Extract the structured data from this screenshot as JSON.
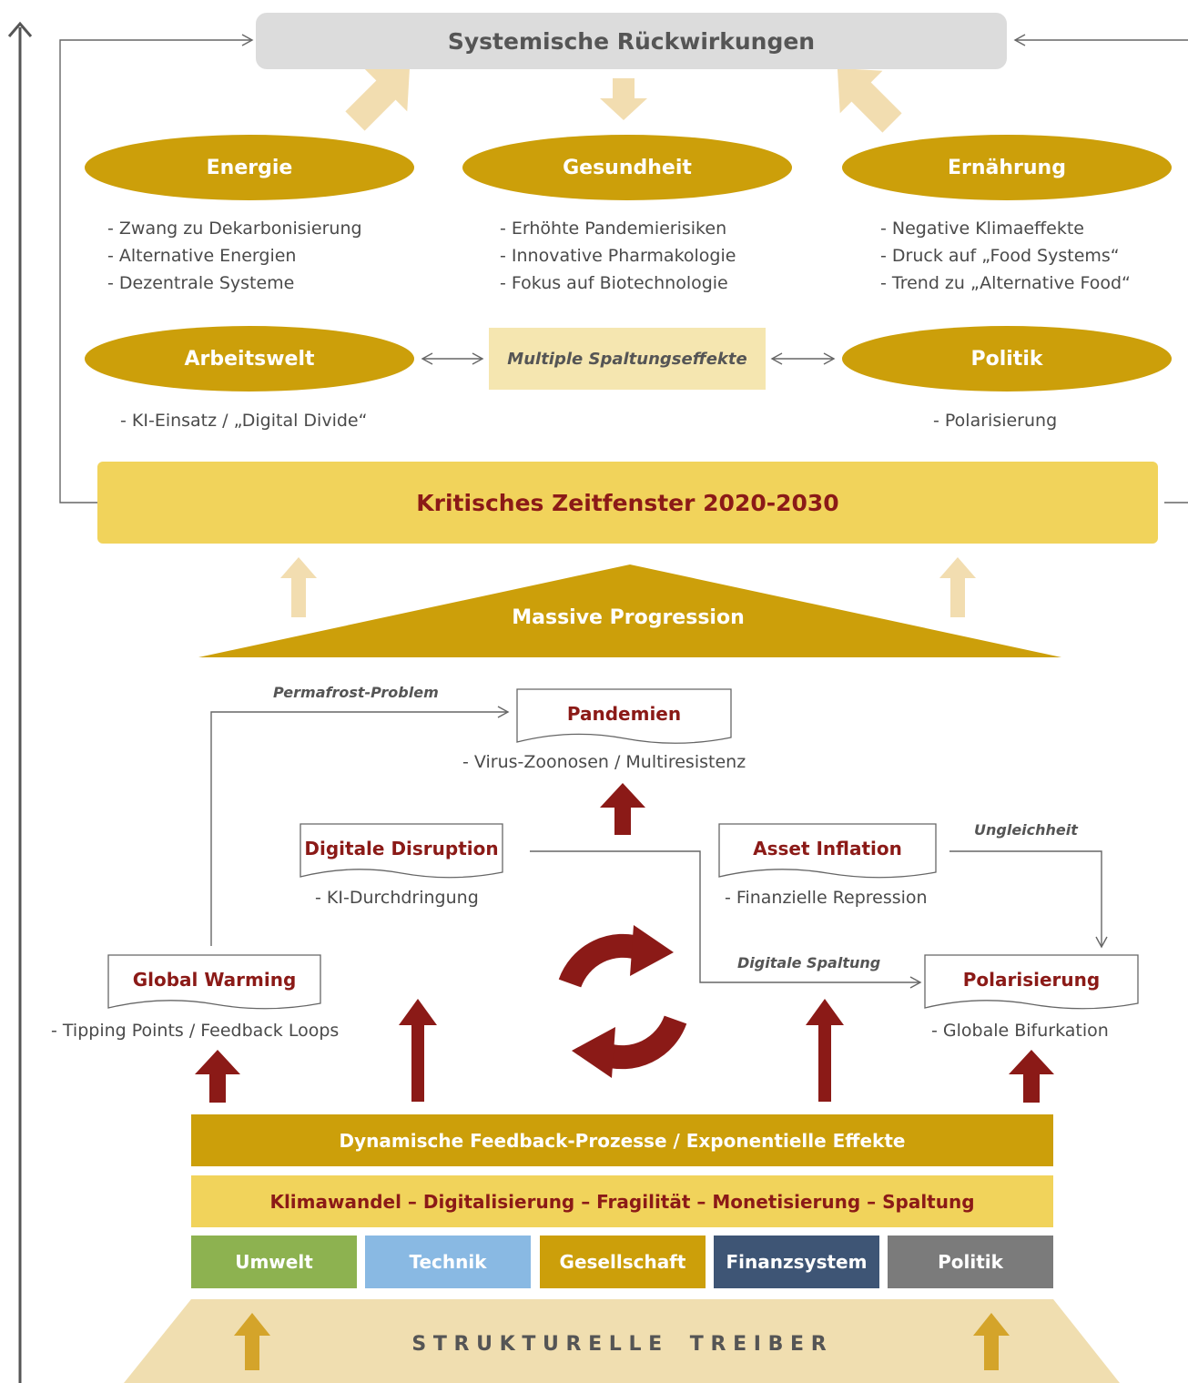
{
  "colors": {
    "gold": "#cc9f0a",
    "yellow": "#f1d35b",
    "pale": "#f5e6b0",
    "arrow_pale": "#f2ddb0",
    "dark_red": "#8b1a17",
    "grey_banner": "#dcdcdc",
    "umwelt": "#8db250",
    "technik": "#89b9e3",
    "gesellschaft": "#cc9f0a",
    "finanzsystem": "#3e5575",
    "politik_cat": "#7b7b7b",
    "foundation": "#f0deb0"
  },
  "header": {
    "title": "Systemische Rückwirkungen"
  },
  "ovals": [
    {
      "label": "Energie",
      "items": [
        "- Zwang zu Dekarbonisierung",
        "- Alternative Energien",
        "- Dezentrale Systeme"
      ]
    },
    {
      "label": "Gesundheit",
      "items": [
        "- Erhöhte Pandemierisiken",
        "- Innovative Pharmakologie",
        "- Fokus auf Biotechnologie"
      ]
    },
    {
      "label": "Ernährung",
      "items": [
        "- Negative Klimaeffekte",
        "- Druck auf „Food Systems“",
        "- Trend zu „Alternative Food“"
      ]
    },
    {
      "label": "Arbeitswelt",
      "items": [
        "- KI-Einsatz / „Digital Divide“"
      ]
    },
    {
      "label": "Politik",
      "items": [
        "- Polarisierung"
      ]
    }
  ],
  "center_box": "Multiple Spaltungseffekte",
  "critical_window": "Kritisches Zeitfenster 2020-2030",
  "progression": "Massive Progression",
  "drivers": {
    "pandemien": {
      "label": "Pandemien",
      "sub": "- Virus-Zoonosen / Multiresistenz"
    },
    "digitale_disruption": {
      "label": "Digitale Disruption",
      "sub": "- KI-Durchdringung"
    },
    "asset_inflation": {
      "label": "Asset Inflation",
      "sub": "- Finanzielle Repression"
    },
    "global_warming": {
      "label": "Global Warming",
      "sub": "- Tipping Points / Feedback Loops"
    },
    "polarisierung": {
      "label": "Polarisierung",
      "sub": "- Globale Bifurkation"
    }
  },
  "edge_labels": {
    "permafrost": "Permafrost-Problem",
    "ungleichheit": "Ungleichheit",
    "digitale_spaltung": "Digitale Spaltung"
  },
  "cycle_icon": "refresh-cycle-icon",
  "bars": {
    "feedback": "Dynamische Feedback-Prozesse / Exponentielle Effekte",
    "themes": "Klimawandel – Digitalisierung – Fragilität – Monetisierung – Spaltung"
  },
  "categories": [
    "Umwelt",
    "Technik",
    "Gesellschaft",
    "Finanzsystem",
    "Politik"
  ],
  "foundation": "S T R U K T U R E L L E    T R E I B E R"
}
